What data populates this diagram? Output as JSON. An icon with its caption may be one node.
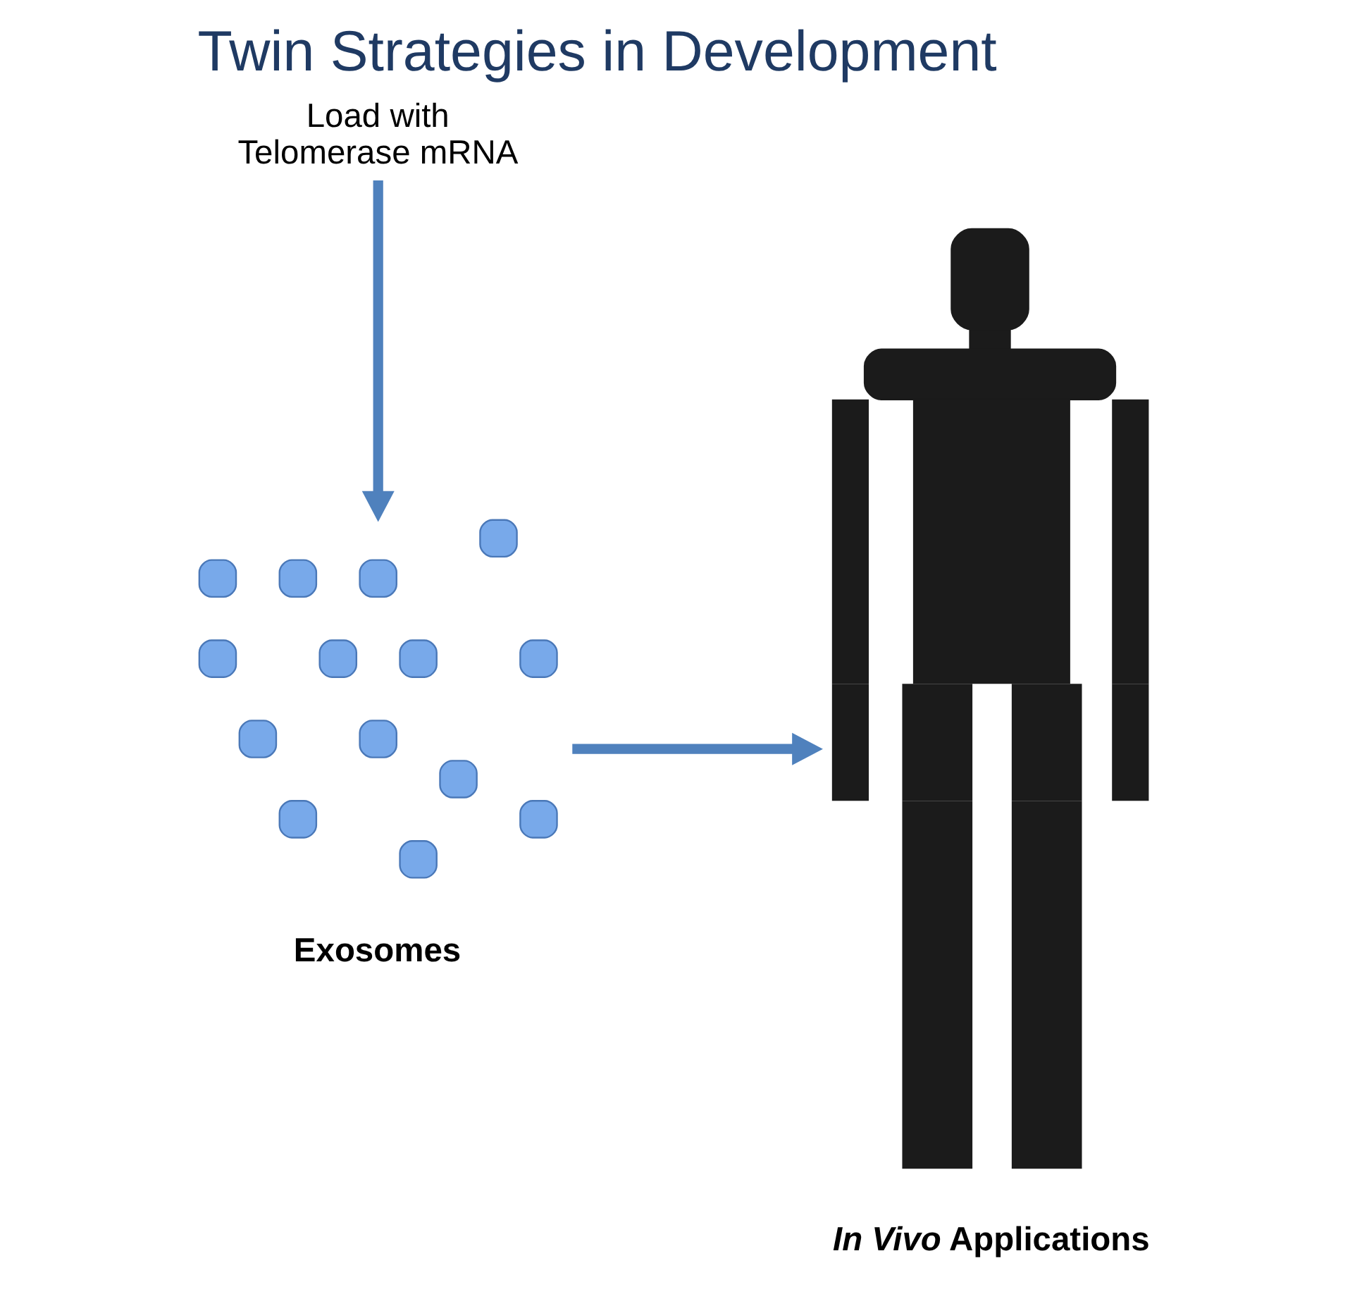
{
  "diagram": {
    "title": "Twin Strategies in Development",
    "nodes": [
      {
        "text": [
          "Load with Telomerase mRNA"
        ]
      },
      {
        "text": [],
        "shape": "circle",
        "beside": [
          "Exosomes"
        ]
      },
      {
        "text": [],
        "shape": "person",
        "beside": [
          "*In Vivo* Applications"
        ]
      }
    ],
    "edges": [
      {
        "from": 0,
        "to": 1,
        "arrow": "to"
      },
      {
        "from": 1,
        "to": 2,
        "arrow": "to"
      }
    ]
  }
}
